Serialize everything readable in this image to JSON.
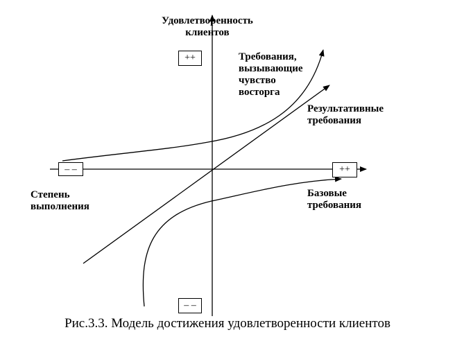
{
  "axes": {
    "y_label": [
      "Удовлетворенность",
      "клиентов"
    ],
    "x_label": [
      "Степень",
      "выполнения"
    ],
    "top_box": "++",
    "right_box": "++",
    "left_box": "– –",
    "bottom_box": "– –"
  },
  "curves": {
    "delight": [
      "Требования,",
      "вызывающие",
      "чувство",
      "восторга"
    ],
    "performance": [
      "Результативные",
      "требования"
    ],
    "basic": [
      "Базовые",
      "требования"
    ]
  },
  "caption": "Рис.3.3. Модель достижения удовлетворенности клиентов"
}
